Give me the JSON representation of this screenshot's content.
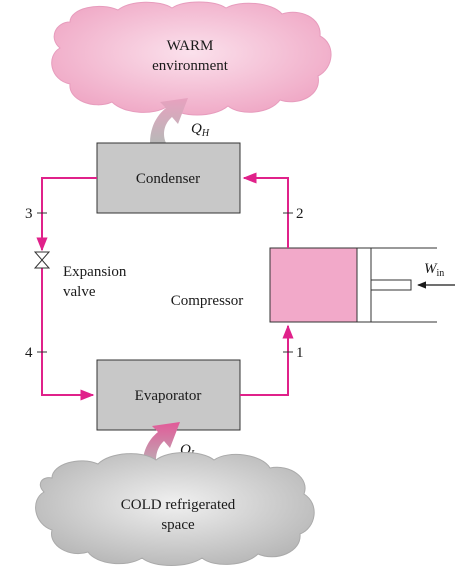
{
  "warm_cloud": {
    "line1": "WARM",
    "line2": "environment"
  },
  "cold_cloud": {
    "line1": "COLD refrigerated",
    "line2": "space"
  },
  "components": {
    "condenser": "Condenser",
    "evaporator": "Evaporator",
    "compressor": "Compressor",
    "valve_line1": "Expansion",
    "valve_line2": "valve"
  },
  "heat": {
    "qh_symbol": "Q",
    "qh_sub": "H",
    "ql_symbol": "Q",
    "ql_sub": "L"
  },
  "work": {
    "symbol": "W",
    "sub": "in"
  },
  "states": [
    "1",
    "2",
    "3",
    "4"
  ],
  "colors": {
    "pipe": "#e0218a",
    "cloud_warm": "#f4b7cf",
    "cloud_cold": "#c9c9c9",
    "component_gray": "#c8c8c8",
    "compressor_pink": "#f2a9c9"
  }
}
